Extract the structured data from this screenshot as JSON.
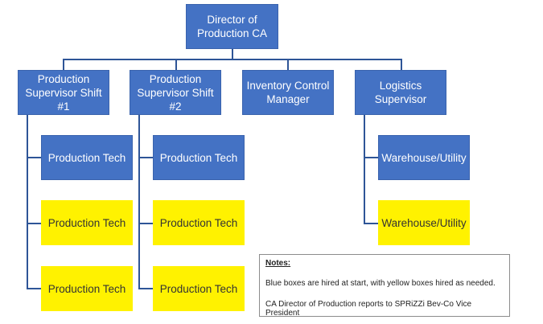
{
  "chart": {
    "director": "Director of\nProduction CA",
    "supervisors": [
      "Production\nSupervisor Shift #1",
      "Production\nSupervisor Shift #2",
      "Inventory Control\nManager",
      "Logistics\nSupervisor"
    ],
    "shift1": [
      "Production Tech",
      "Production Tech",
      "Production Tech"
    ],
    "shift2": [
      "Production Tech",
      "Production Tech",
      "Production Tech"
    ],
    "logistics": [
      "Warehouse/Utility",
      "Warehouse/Utility"
    ]
  },
  "notes": {
    "title": "Notes:",
    "line1": "Blue boxes are hired at start, with yellow boxes hired as needed.",
    "line2": "CA Director of Production reports to SPRiZZi Bev-Co Vice President"
  },
  "colors": {
    "hired_box": "#4472C4",
    "as_needed_box": "#FFF200",
    "connector": "#2e5597"
  }
}
